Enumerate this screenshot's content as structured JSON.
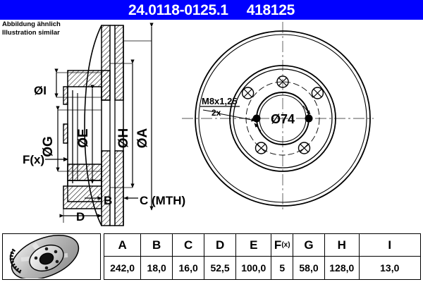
{
  "header": {
    "part_number": "24.0118-0125.1",
    "reference_number": "418125",
    "bg_color": "#0000ff",
    "text_color": "#ffffff"
  },
  "note": {
    "line1": "Abbildung ähnlich",
    "line2": "Illustration similar"
  },
  "section_view": {
    "labels": {
      "dia_i": "ØI",
      "dia_g": "ØG",
      "dia_e": "ØE",
      "dia_h": "ØH",
      "dia_a": "ØA",
      "fx": "F(x)",
      "b": "B",
      "c": "C (MTH)",
      "d": "D"
    }
  },
  "face_view": {
    "thread_spec": "M8x1,25",
    "thread_count": "2x",
    "center_bore": "Ø74",
    "bolt_holes": 5,
    "thread_holes": 2
  },
  "table": {
    "headers": [
      {
        "label": "A",
        "sub": ""
      },
      {
        "label": "B",
        "sub": ""
      },
      {
        "label": "C",
        "sub": ""
      },
      {
        "label": "D",
        "sub": ""
      },
      {
        "label": "E",
        "sub": ""
      },
      {
        "label": "F",
        "sub": "(x)"
      },
      {
        "label": "G",
        "sub": ""
      },
      {
        "label": "H",
        "sub": ""
      },
      {
        "label": "I",
        "sub": ""
      }
    ],
    "values": [
      "242,0",
      "18,0",
      "16,0",
      "52,5",
      "100,0",
      "5",
      "58,0",
      "128,0",
      "13,0"
    ],
    "widths": [
      58,
      50,
      50,
      50,
      56,
      34,
      50,
      54,
      96
    ]
  },
  "thumbnail": {
    "alt": "vented-brake-disc-photo"
  },
  "colors": {
    "line": "#000000",
    "background": "#ffffff",
    "accent": "#0000ff"
  }
}
